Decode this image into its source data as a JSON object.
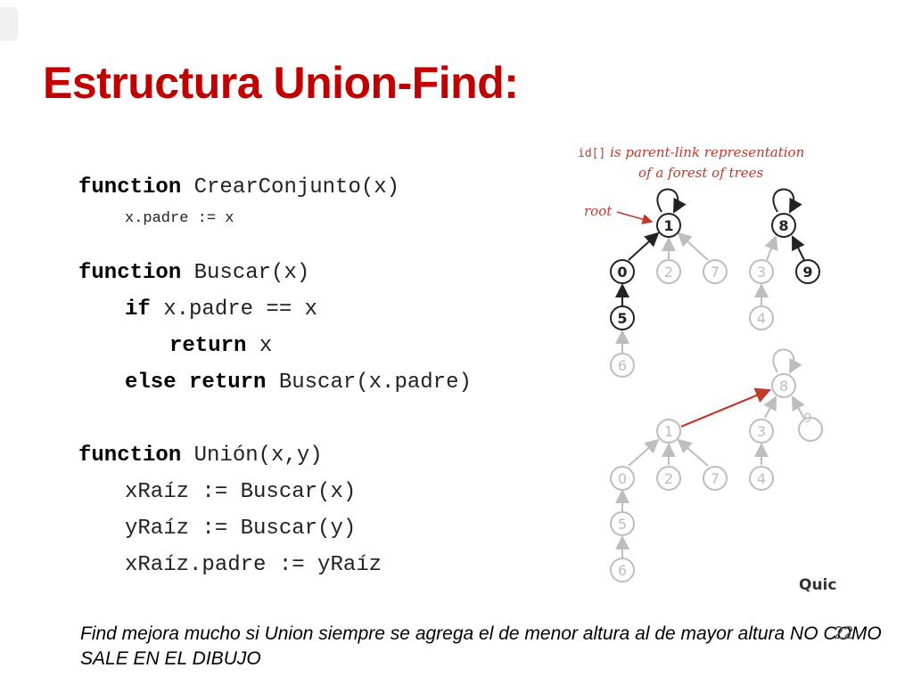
{
  "slide": {
    "title": "Estructura Union-Find:",
    "page_number": "22"
  },
  "code": {
    "crear": {
      "kw": "function",
      "rest": " CrearConjunto(x)"
    },
    "crear_body": "x.padre := x",
    "buscar": {
      "kw": "function",
      "rest": " Buscar(x)"
    },
    "buscar_if": {
      "kw": "if",
      "rest": " x.padre == x"
    },
    "buscar_return": {
      "kw": "return",
      "rest": " x"
    },
    "buscar_else": {
      "kw": "else return",
      "rest": " Buscar(x.padre)"
    },
    "union": {
      "kw": "function",
      "rest": " Unión(x,y)"
    },
    "union_l1": "xRaíz := Buscar(x)",
    "union_l2": "yRaíz := Buscar(y)",
    "union_l3": "xRaíz.padre := yRaíz"
  },
  "figure": {
    "caption_line1": "id[] is parent-link representation",
    "caption_code": "id[]",
    "caption_rest1": " is parent-link representation",
    "caption_line2": "of a forest of trees",
    "root_label": "root",
    "nodes_top": [
      "1",
      "0",
      "2",
      "7",
      "5",
      "6",
      "8",
      "3",
      "9",
      "4"
    ],
    "nodes_bottom": [
      "8",
      "9",
      "1",
      "3",
      "0",
      "2",
      "7",
      "4",
      "5",
      "6"
    ],
    "footer_label": "Quick-",
    "colors": {
      "red": "#c0392b",
      "gray": "#bdbdbd",
      "dark": "#222222"
    }
  },
  "footnote": "Find mejora mucho si Union siempre se agrega el de menor altura al de mayor altura NO COMO SALE EN EL DIBUJO"
}
